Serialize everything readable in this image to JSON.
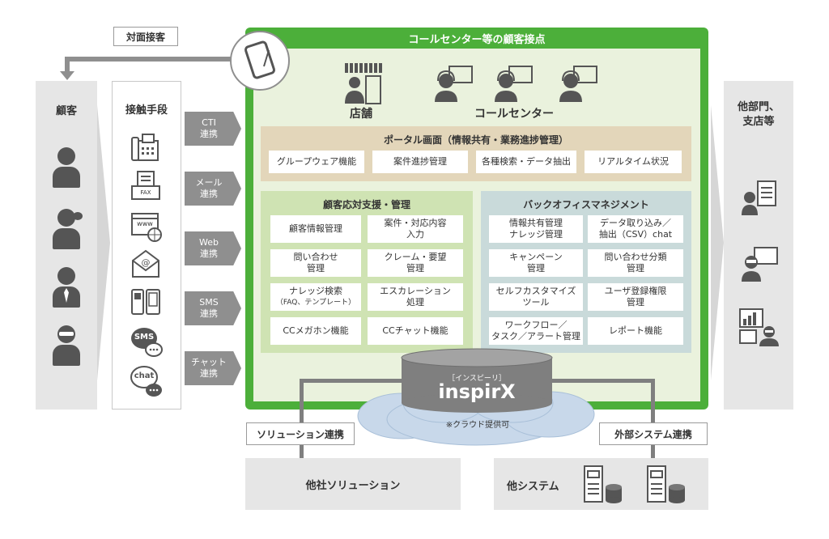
{
  "face_to_face": "対面接客",
  "customer": {
    "title": "顧客"
  },
  "contact": {
    "title": "接触手段",
    "fax_label": "FAX",
    "www_label": "www",
    "sms_label": "SMS",
    "chat_label": "chat"
  },
  "channels": [
    {
      "line1": "CTI",
      "line2": "連携"
    },
    {
      "line1": "メール",
      "line2": "連携"
    },
    {
      "line1": "Web",
      "line2": "連携"
    },
    {
      "line1": "SMS",
      "line2": "連携"
    },
    {
      "line1": "チャット",
      "line2": "連携"
    }
  ],
  "center": {
    "title": "コールセンター等の顧客接点",
    "store_label": "店舗",
    "callcenter_label": "コールセンター"
  },
  "portal": {
    "title": "ポータル画面（情報共有・業務進捗管理）",
    "items": [
      "グループウェア機能",
      "案件進捗管理",
      "各種検索・データ抽出",
      "リアルタイム状況"
    ]
  },
  "support": {
    "title": "顧客応対支援・管理",
    "items": [
      {
        "l1": "顧客情報管理",
        "l2": "",
        "l3": ""
      },
      {
        "l1": "案件・対応内容",
        "l2": "入力",
        "l3": ""
      },
      {
        "l1": "問い合わせ",
        "l2": "管理",
        "l3": ""
      },
      {
        "l1": "クレーム・要望",
        "l2": "管理",
        "l3": ""
      },
      {
        "l1": "ナレッジ検索",
        "l2": "",
        "l3": "（FAQ、テンプレート）"
      },
      {
        "l1": "エスカレーション",
        "l2": "処理",
        "l3": ""
      },
      {
        "l1": "CCメガホン機能",
        "l2": "",
        "l3": ""
      },
      {
        "l1": "CCチャット機能",
        "l2": "",
        "l3": ""
      }
    ]
  },
  "backoffice": {
    "title": "バックオフィスマネジメント",
    "items": [
      {
        "l1": "情報共有管理",
        "l2": "ナレッジ管理"
      },
      {
        "l1": "データ取り込み／",
        "l2": "抽出（CSV）chat"
      },
      {
        "l1": "キャンペーン",
        "l2": "管理"
      },
      {
        "l1": "問い合わせ分類",
        "l2": "管理"
      },
      {
        "l1": "セルフカスタマイズ",
        "l2": "ツール"
      },
      {
        "l1": "ユーザ登録権限",
        "l2": "管理"
      },
      {
        "l1": "ワークフロー／",
        "l2": "タスク／アラート管理"
      },
      {
        "l1": "レポート機能",
        "l2": ""
      }
    ]
  },
  "inspirx": {
    "ruby": "［インスピーリ］",
    "name": "inspirX",
    "cloud_note": "※クラウド提供可"
  },
  "solution_link": "ソリューション連携",
  "external_link": "外部システム連携",
  "other_solution": "他社ソリューション",
  "other_system": "他システム",
  "other_dept": {
    "line1": "他部門、",
    "line2": "支店等"
  },
  "colors": {
    "green": "#4caf3a",
    "green_bg": "#eaf2dd",
    "portal_bg": "#e3d6ba",
    "support_bg": "#cfe3b3",
    "backoffice_bg": "#c9dada",
    "gray": "#e6e6e6",
    "arrow": "#8f8f8f",
    "db": "#7f7f7f",
    "cloud": "#c8d8ea"
  }
}
